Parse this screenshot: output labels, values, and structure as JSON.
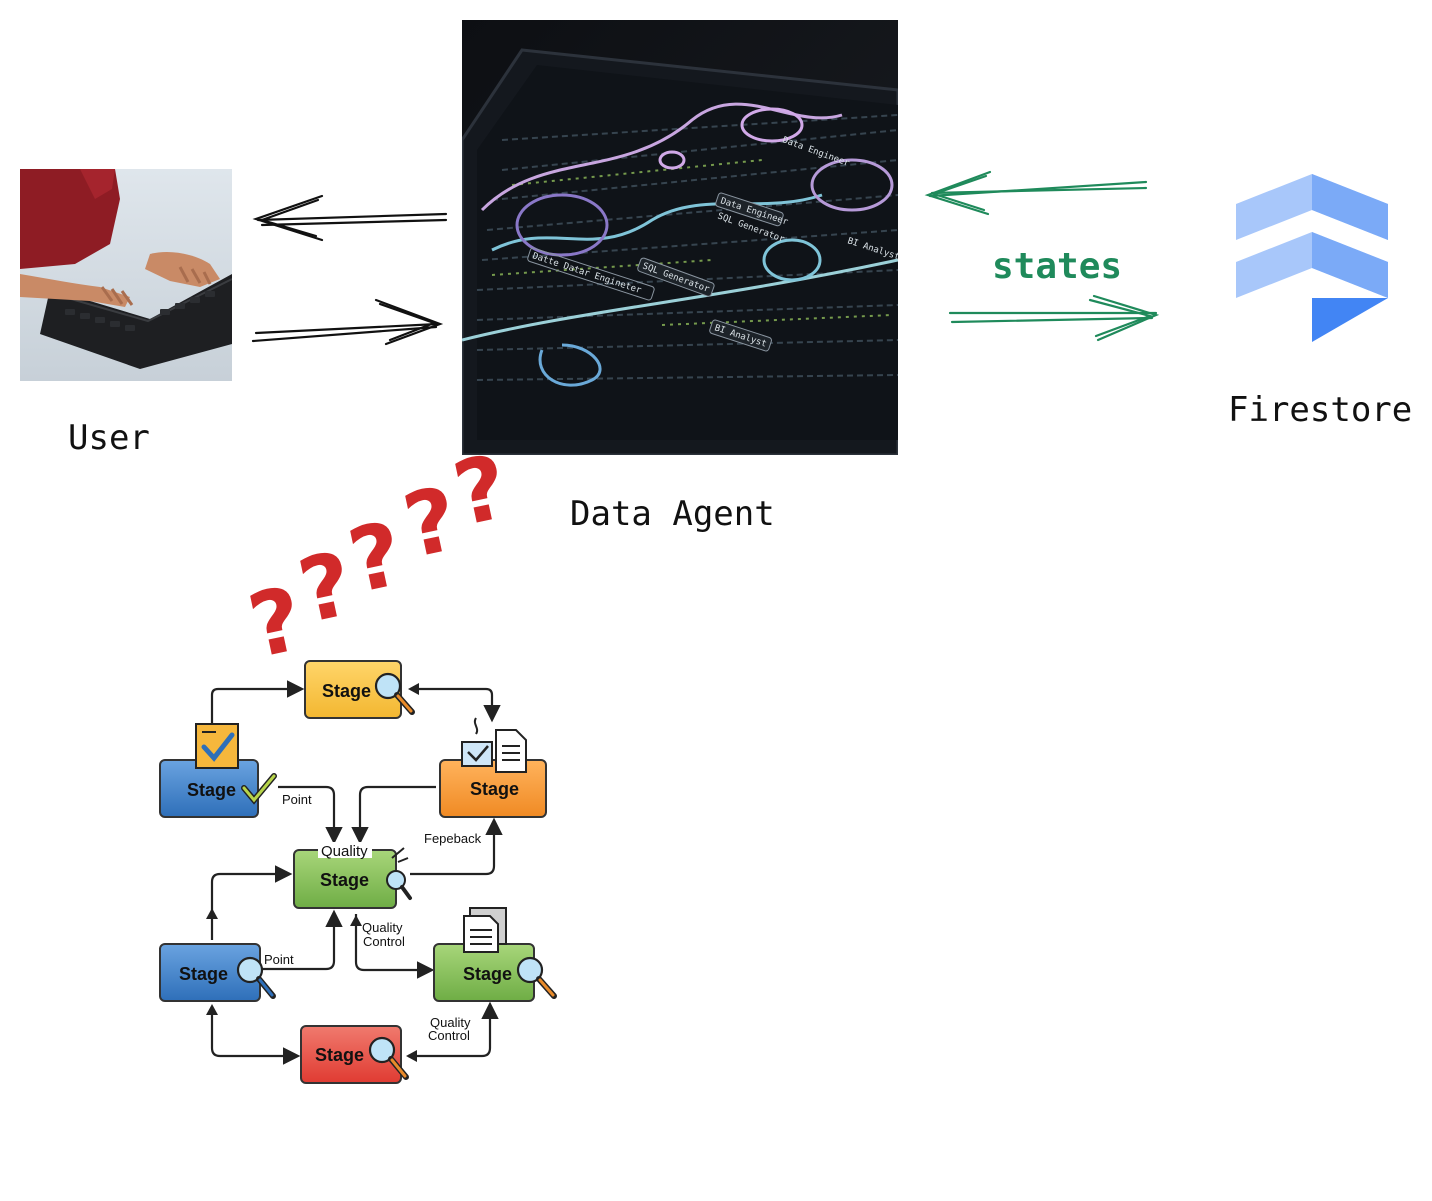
{
  "labels": {
    "user": "User",
    "data_agent": "Data Agent",
    "firestore": "Firestore",
    "states": "states"
  },
  "agent_screen": {
    "tags": [
      "Data Engineer",
      "SQL Generator",
      "Datte Datar Engineter",
      "SQL Generator",
      "BI Analyst",
      "BI Analyst",
      "Data Engineer"
    ]
  },
  "question_marks": [
    "?",
    "?",
    "?",
    "?",
    "?"
  ],
  "workflow": {
    "stages": [
      {
        "label": "Stage",
        "color": "#f3b731"
      },
      {
        "label": "Stage",
        "color": "#2e6fb9"
      },
      {
        "label": "Stage",
        "color": "#f08a24"
      },
      {
        "label": "Stage",
        "color": "#6fad45"
      },
      {
        "label": "Stage",
        "color": "#2e6fb9"
      },
      {
        "label": "Stage",
        "color": "#6fad45"
      },
      {
        "label": "Stage",
        "color": "#e03b32"
      }
    ],
    "quality_label": "Quality",
    "edge_labels": {
      "point_top": "Point",
      "feedback": "Fepeback",
      "quality_control_1a": "Quality",
      "quality_control_1b": "Control",
      "point_bottom": "Point",
      "quality_control_2a": "Quality",
      "quality_control_2b": "Control"
    }
  },
  "colors": {
    "states_arrow": "#1f8a5b",
    "question": "#d12a2a",
    "firestore_light": "#a8c7fa",
    "firestore_dark": "#4285f4"
  }
}
